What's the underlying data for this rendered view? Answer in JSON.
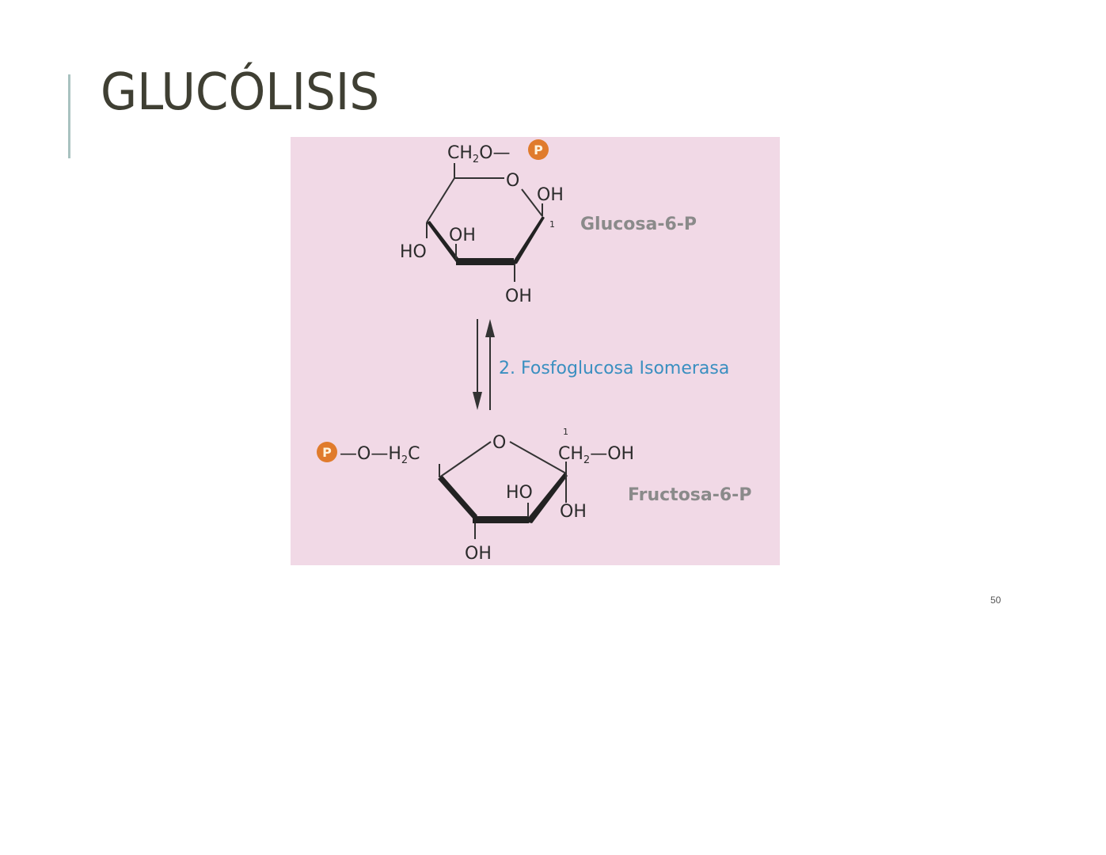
{
  "slide": {
    "title": "GLUCÓLISIS",
    "page_number": "50",
    "colors": {
      "title": "#3f3f33",
      "accent_bar": "#a9c2c0",
      "figure_background": "#f1d9e6",
      "phosphate": "#e07b2c",
      "enzyme_label": "#3a8fc0",
      "molecule_label": "#8a8a8a"
    }
  },
  "figure": {
    "top_molecule": {
      "name": "Glucosa-6-P",
      "groups": {
        "c6": "CH",
        "c6_sub": "2",
        "c6_tail": "O—",
        "phosphate": "P",
        "ring_oxygen": "O",
        "c1_oh": "OH",
        "c1_number": "1",
        "c4_ho": "HO",
        "c3_oh": "OH",
        "c2_oh": "OH"
      }
    },
    "reaction": {
      "enzyme": "2. Fosfoglucosa Isomerasa",
      "arrows": "reversible"
    },
    "bottom_molecule": {
      "name": "Fructosa-6-P",
      "groups": {
        "phosphate": "P",
        "link": "—O—H",
        "link_sub": "2",
        "link_tail": "C",
        "ring_oxygen": "O",
        "c1_number": "1",
        "c1": "CH",
        "c1_sub": "2",
        "c1_tail": "—OH",
        "c3_ho": "HO",
        "c2_oh": "OH",
        "c4_oh": "OH"
      }
    }
  }
}
